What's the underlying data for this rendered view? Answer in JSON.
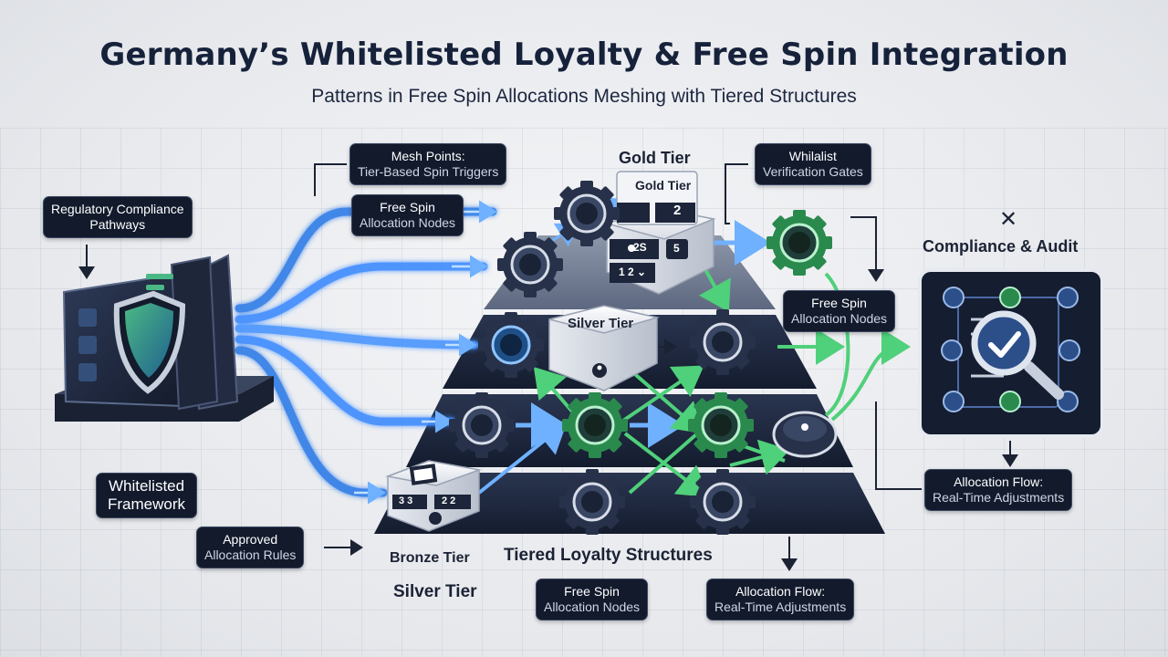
{
  "header": {
    "title": "Germany’s Whitelisted Loyalty & Free Spin Integration",
    "subtitle": "Patterns in Free Spin Allocations Meshing with Tiered Structures"
  },
  "labels": {
    "regulatory": {
      "line1": "Regulatory Compliance",
      "line2": "Pathways"
    },
    "mesh_points": {
      "line1": "Mesh Points:",
      "line2": "Tier-Based Spin Triggers"
    },
    "free_spin_top": {
      "line1": "Free Spin",
      "line2": "Allocation Nodes"
    },
    "whitelist_gates": {
      "line1": "Whilalist",
      "line2": "Verification Gates"
    },
    "free_spin_right": {
      "line1": "Free Spin",
      "line2": "Allocation Nodes"
    },
    "whitelisted_framework": {
      "line1": "Whitelisted",
      "line2": "Framework"
    },
    "approved_rules": {
      "line1": "Approved",
      "line2": "Allocation Rules"
    },
    "free_spin_bottom": {
      "line1": "Free Spin",
      "line2": "Allocation Nodes"
    },
    "allocation_flow_bottom": {
      "line1": "Allocation Flow:",
      "line2": "Real-Time Adjustments"
    },
    "allocation_flow_right": {
      "line1": "Allocation Flow:",
      "line2": "Real-Time Adjustments"
    }
  },
  "tiers": {
    "gold_heading": "Gold Tier",
    "gold_block": "Gold Tier",
    "silver_block": "Silver Tier",
    "bronze_label": "Bronze Tier",
    "silver_label_bottom": "Silver Tier",
    "structures_label": "Tiered Loyalty Structures",
    "gold_glyph_1": "2",
    "gold_glyph_2": "2S",
    "gold_glyph_3": "5",
    "gold_glyph_4": "1 2 ⌄",
    "bronze_glyph_1": "3 3",
    "bronze_glyph_2": "2 2"
  },
  "compliance": {
    "close_glyph": "✕",
    "heading": "Compliance & Audit"
  },
  "colors": {
    "navy": "#121a2c",
    "blue_flow": "#3d8bff",
    "green_flow": "#3fbf6a",
    "gear_dark": "#27314a"
  },
  "icons": [
    "shield-icon",
    "gear-icon",
    "magnifier-check-icon",
    "checkmark-icon",
    "close-icon",
    "user-icon",
    "arrow-icon"
  ]
}
